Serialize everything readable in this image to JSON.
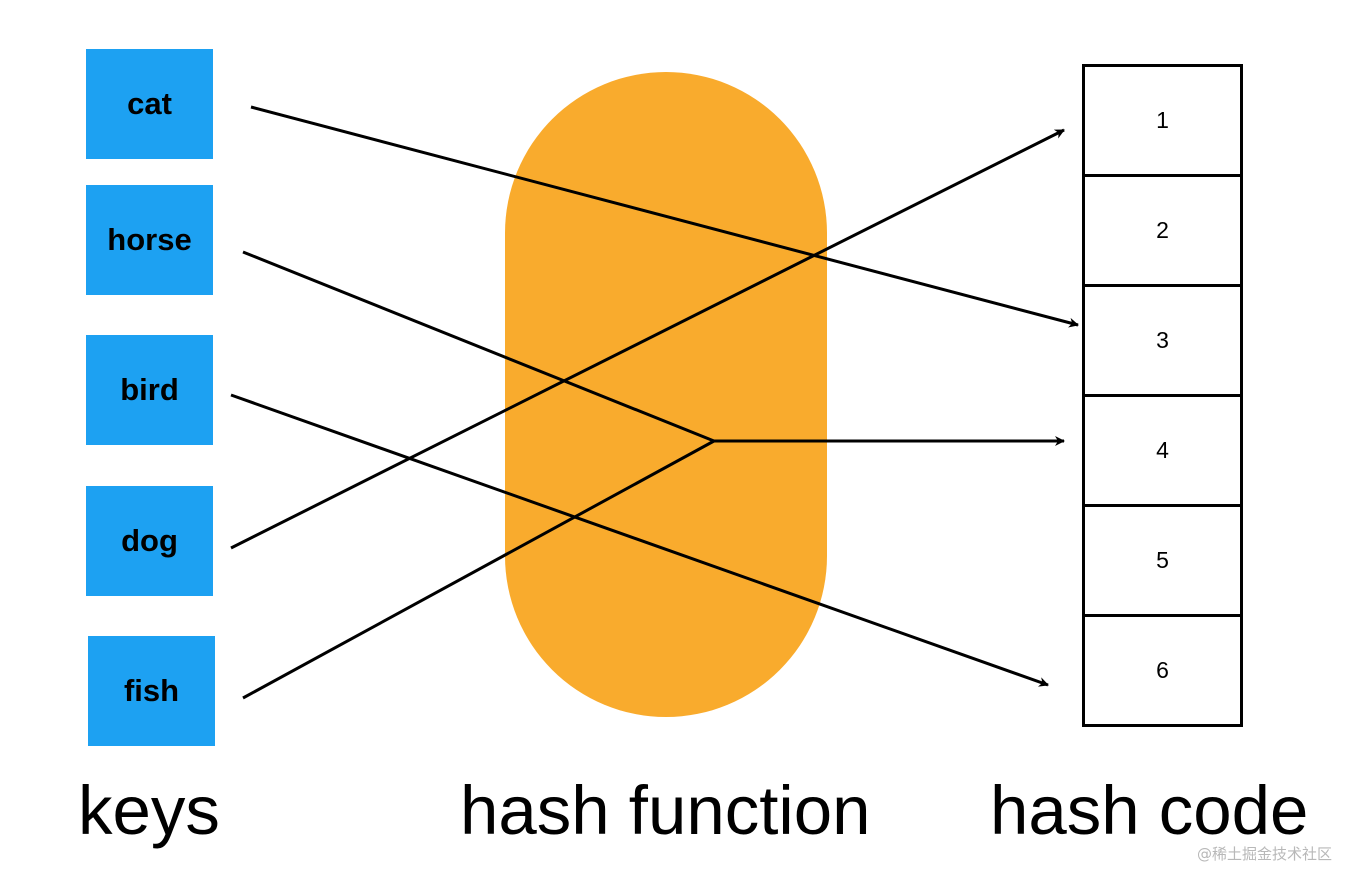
{
  "keys": {
    "items": [
      "cat",
      "horse",
      "bird",
      "dog",
      "fish"
    ],
    "caption": "keys",
    "box_color": "#1da1f2"
  },
  "hash_function": {
    "caption": "hash function",
    "color": "#f9ab2d"
  },
  "hash_code": {
    "cells": [
      "1",
      "2",
      "3",
      "4",
      "5",
      "6"
    ],
    "caption": "hash code"
  },
  "mappings": [
    {
      "key": "cat",
      "code": "3"
    },
    {
      "key": "horse",
      "code": "4"
    },
    {
      "key": "bird",
      "code": "6"
    },
    {
      "key": "dog",
      "code": "1"
    },
    {
      "key": "fish",
      "code": "4"
    }
  ],
  "watermark": "@稀土掘金技术社区"
}
